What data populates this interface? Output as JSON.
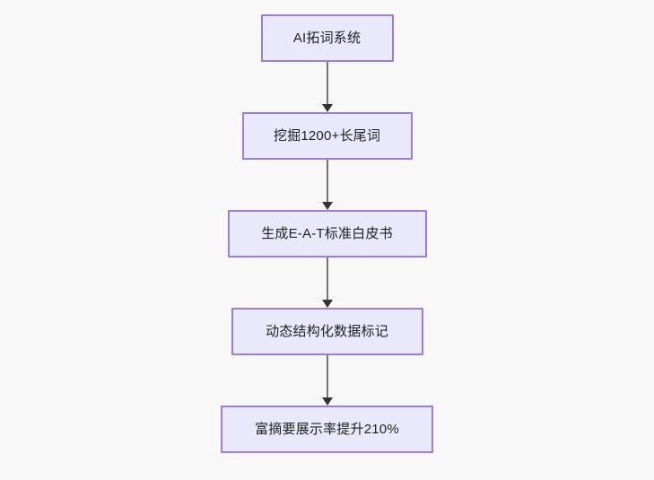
{
  "diagram": {
    "type": "flowchart",
    "direction": "top-to-bottom",
    "background_color": "#f8f8f8",
    "node_fill_color": "#eae8fb",
    "node_border_color": "#9b7ddb",
    "node_text_color": "#1f1f1f",
    "connector_color": "#757575",
    "arrowhead_color": "#333333",
    "nodes": [
      {
        "id": "node-1",
        "label": "AI拓词系统"
      },
      {
        "id": "node-2",
        "label": "挖掘1200+长尾词"
      },
      {
        "id": "node-3",
        "label": "生成E-A-T标准白皮书"
      },
      {
        "id": "node-4",
        "label": "动态结构化数据标记"
      },
      {
        "id": "node-5",
        "label": "富摘要展示率提升210%"
      }
    ],
    "edges": [
      {
        "id": "edge-1",
        "from": "node-1",
        "to": "node-2",
        "label": ""
      },
      {
        "id": "edge-2",
        "from": "node-2",
        "to": "node-3",
        "label": ""
      },
      {
        "id": "edge-3",
        "from": "node-3",
        "to": "node-4",
        "label": ""
      },
      {
        "id": "edge-4",
        "from": "node-4",
        "to": "node-5",
        "label": ""
      }
    ]
  }
}
